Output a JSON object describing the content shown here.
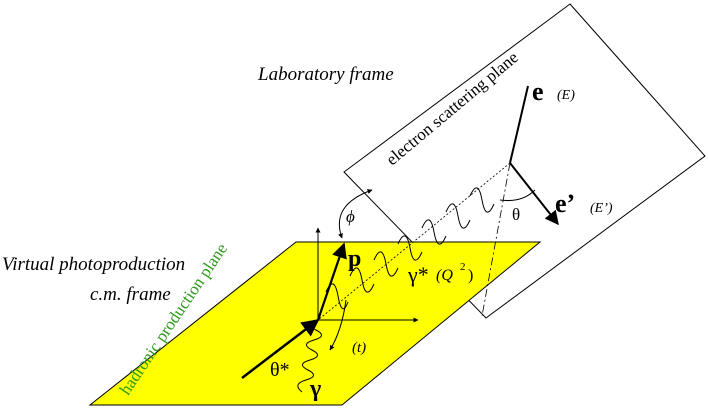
{
  "labels": {
    "lab_frame": "Laboratory frame",
    "virtual_line1": "Virtual photoproduction",
    "virtual_line2": "c.m. frame",
    "electron_plane": "electron scattering plane",
    "hadronic_plane": "hadronic production plane",
    "e_in": "e",
    "e_in_energy": "(E)",
    "e_out": "e’",
    "e_out_energy": "(E’)",
    "theta": "θ",
    "phi": "ϕ",
    "p": "p",
    "gamma_star": "γ*",
    "q2": "(Q",
    "q2_exp": "2",
    "q2_close": ")",
    "t": "(t)",
    "theta_star": "θ*",
    "gamma": "γ"
  },
  "colors": {
    "hadronic_plane_fill": "#ffff00",
    "hadronic_label": "#2e9a1c",
    "ink": "#000000"
  }
}
